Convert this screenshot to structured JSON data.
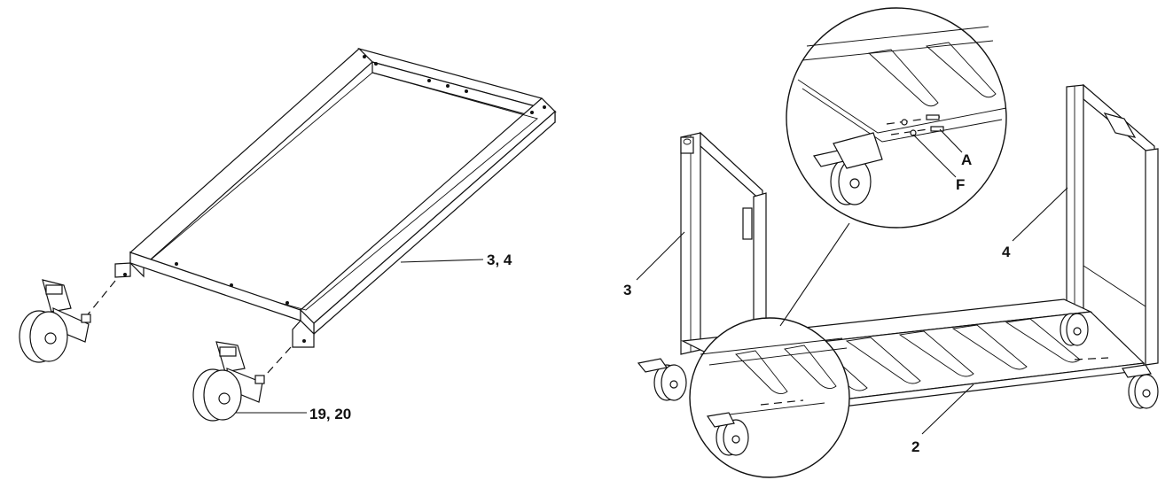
{
  "labels": {
    "frame_parts": "3, 4",
    "caster_parts": "19, 20",
    "right_leg_left": "3",
    "right_leg_right": "4",
    "bottom_shelf": "2",
    "hardware_a": "A",
    "hardware_f": "F"
  }
}
